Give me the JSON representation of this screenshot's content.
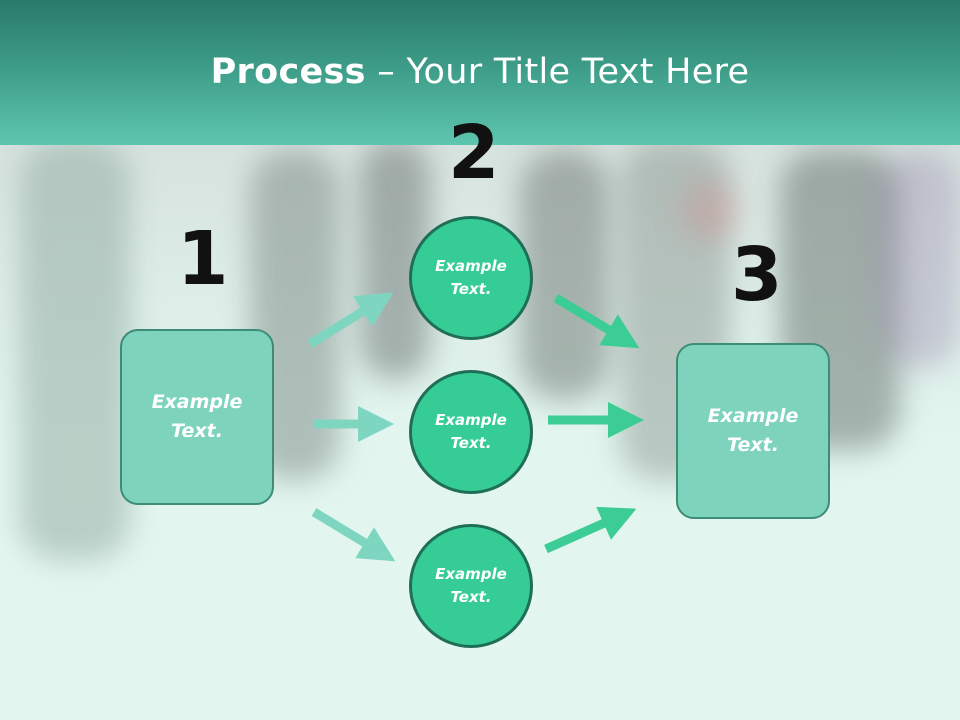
{
  "slide": {
    "title_bold": "Process",
    "title_rest": " – Your Title Text Here"
  },
  "steps": {
    "one": {
      "number": "1",
      "line1": "Example",
      "line2": "Text."
    },
    "two": {
      "number": "2",
      "circles": [
        {
          "line1": "Example",
          "line2": "Text."
        },
        {
          "line1": "Example",
          "line2": "Text."
        },
        {
          "line1": "Example",
          "line2": "Text."
        }
      ]
    },
    "three": {
      "number": "3",
      "line1": "Example",
      "line2": "Text."
    }
  },
  "colors": {
    "header": "#3c9b87",
    "box_fill": "#7ed3bd",
    "circle_fill": "#36cc96",
    "arrow_light": "#7fd6c0",
    "arrow_dark": "#3ccc95"
  }
}
